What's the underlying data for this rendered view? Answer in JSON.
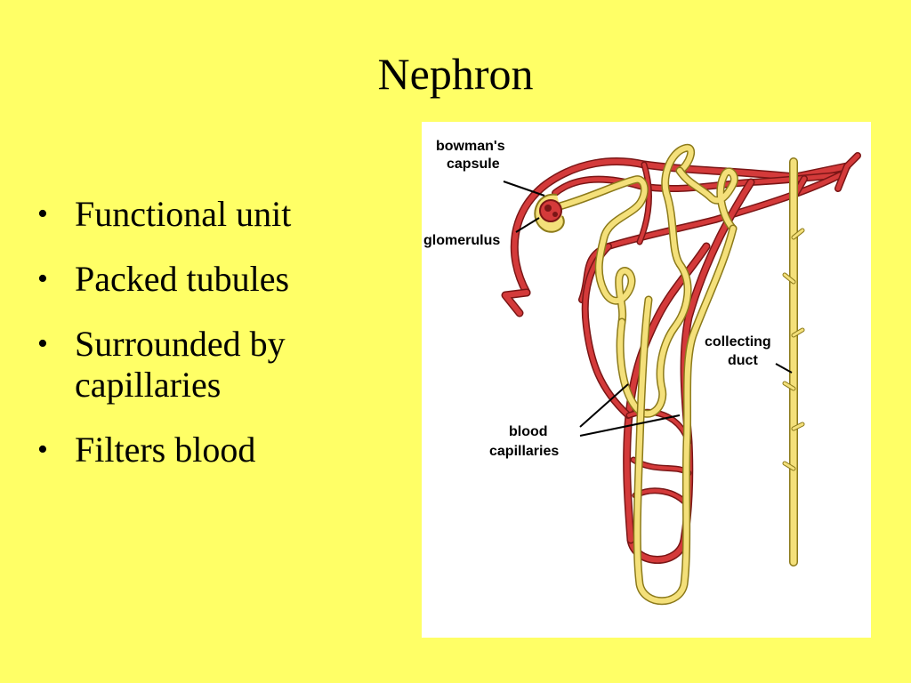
{
  "slide": {
    "title": "Nephron",
    "bullets": [
      {
        "lines": [
          "Functional unit"
        ]
      },
      {
        "lines": [
          "Packed tubules"
        ]
      },
      {
        "lines": [
          "Surrounded by",
          "capillaries"
        ]
      },
      {
        "lines": [
          "Filters blood"
        ]
      }
    ]
  },
  "diagram": {
    "labels": {
      "bowmans_capsule": [
        "bowman's",
        "capsule"
      ],
      "glomerulus": "glomerulus",
      "collecting_duct": [
        "collecting",
        "duct"
      ],
      "blood_capillaries": [
        "blood",
        "capillaries"
      ]
    }
  },
  "colors": {
    "background": "#ffff66",
    "blood_vessel": "#d43a3a",
    "tubule": "#f4e07a",
    "panel": "#ffffff"
  }
}
